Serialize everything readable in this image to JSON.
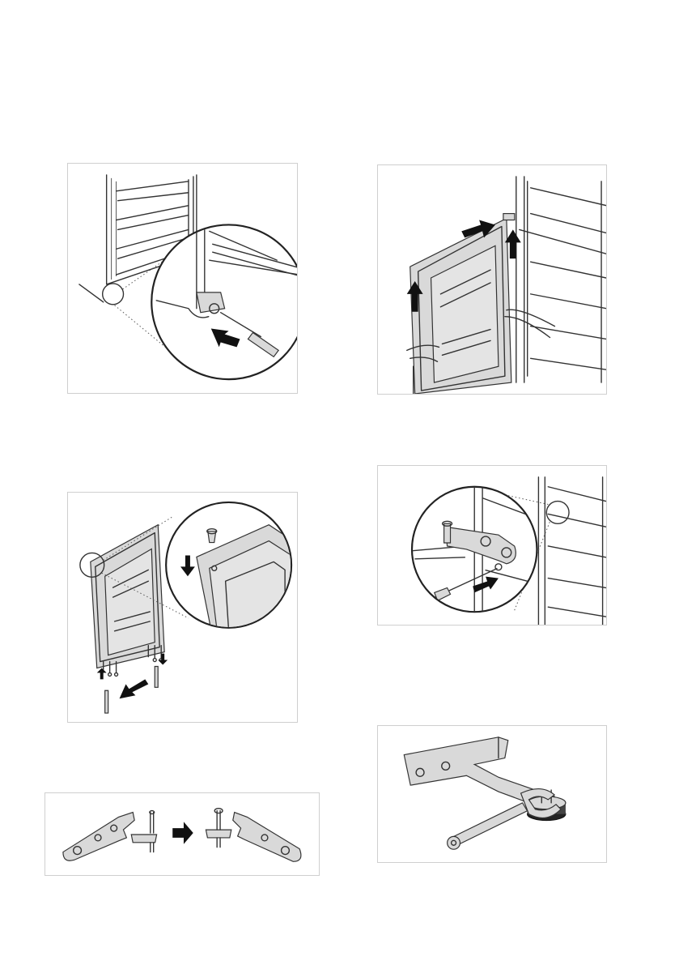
{
  "page": {
    "figures": [
      {
        "id": "fig-1",
        "icons": [
          "freezer-cabinet",
          "magnifier-circle",
          "screwdriver",
          "push-arrow"
        ]
      },
      {
        "id": "fig-2",
        "icons": [
          "door",
          "hands",
          "lift-arrow"
        ]
      },
      {
        "id": "fig-3",
        "icons": [
          "door",
          "magnifier-circle",
          "screw-cap",
          "hinge-pins",
          "down-arrow"
        ]
      },
      {
        "id": "fig-4",
        "icons": [
          "magnifier-circle",
          "hinge-bracket",
          "screwdriver",
          "push-arrow"
        ]
      },
      {
        "id": "fig-5",
        "icons": [
          "hinge-left",
          "right-arrow",
          "hinge-right"
        ]
      },
      {
        "id": "fig-6",
        "icons": [
          "hinge-bracket",
          "wrench",
          "adjustable-foot"
        ]
      }
    ]
  }
}
